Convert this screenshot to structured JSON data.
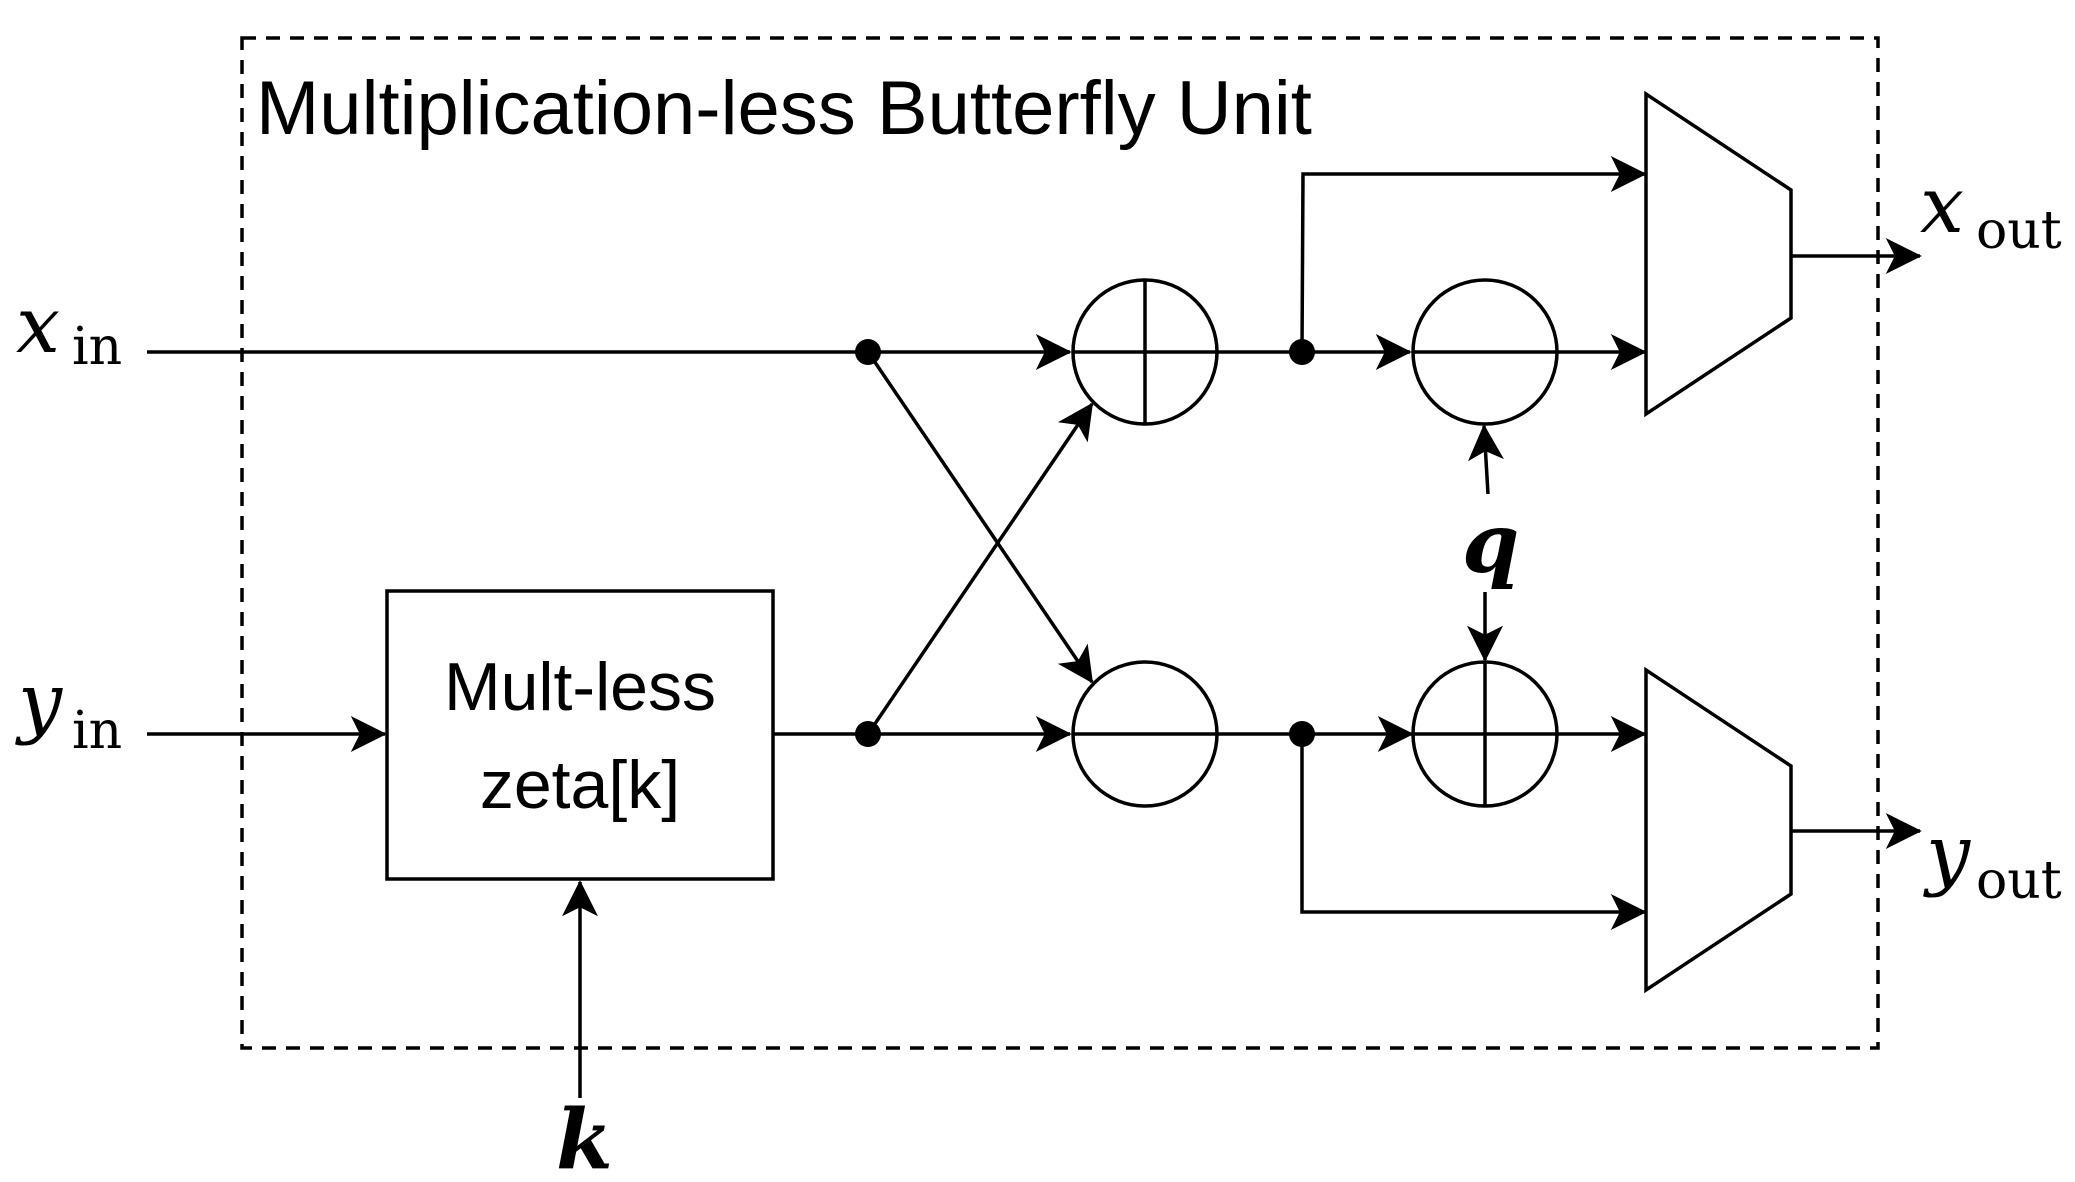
{
  "title": "Multiplication-less Butterfly Unit",
  "zeta_block": {
    "line1": "Mult-less",
    "line2": "zeta[k]"
  },
  "inputs": {
    "x": {
      "base": "x",
      "sub": "in"
    },
    "y": {
      "base": "y",
      "sub": "in"
    },
    "k": "k",
    "q": "q"
  },
  "outputs": {
    "x": {
      "base": "x",
      "sub": "out"
    },
    "y": {
      "base": "y",
      "sub": "out"
    }
  },
  "colors": {
    "stroke": "#000000",
    "background": "#ffffff"
  }
}
